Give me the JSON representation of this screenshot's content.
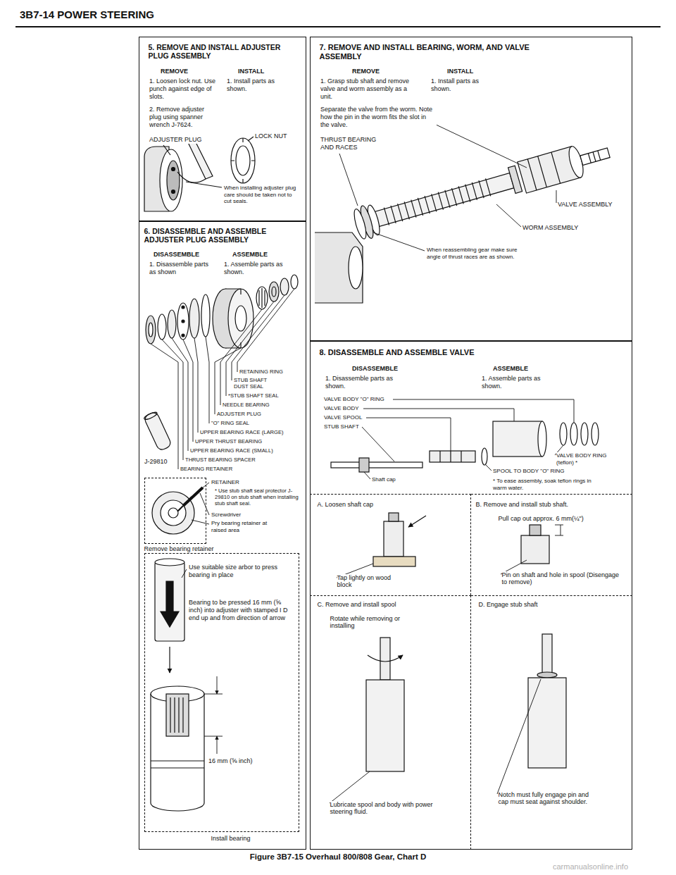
{
  "diagram": {
    "title": "3B7-14 POWER STEERING",
    "caption": "Figure 3B7-15 Overhaul 800/808 Gear, Chart D",
    "nodes": [
      {
        "text": [
          "5. REMOVE AND INSTALL ADJUSTER PLUG ASSEMBLY"
        ]
      },
      {
        "text": [
          "6. DISASSEMBLE AND ASSEMBLE ADJUSTER PLUG ASSEMBLY"
        ]
      },
      {
        "text": [
          "Remove bearing retainer"
        ],
        "in": 1
      },
      {
        "text": [
          "Install bearing"
        ],
        "in": 1
      },
      {
        "text": [
          "7. REMOVE AND INSTALL BEARING, WORM, AND VALVE ASSEMBLY"
        ]
      },
      {
        "text": [
          "8. DISASSEMBLE AND ASSEMBLE VALVE"
        ]
      },
      {
        "text": [
          "A. Loosen shaft cap",
          "Tap lightly on wood block"
        ],
        "in": 5
      },
      {
        "text": [
          "B. Remove and install stub shaft.",
          "Pull cap out approx. 6 mm(¼\")",
          "Pin on shaft and hole in spool (Disengage to remove)"
        ],
        "in": 5
      },
      {
        "text": [
          "C. Remove and install spool",
          "Rotate while removing or installing",
          "Lubricate spool and body with power steering fluid."
        ],
        "in": 5
      },
      {
        "text": [
          "D. Engage stub shaft",
          "Notch must fully engage pin and cap must seat against shoulder."
        ],
        "in": 5
      }
    ],
    "labels": [
      "REMOVE",
      "INSTALL",
      "1. Loosen lock nut. Use punch against edge of slots.",
      "1. Install parts as shown.",
      "2. Remove adjuster plug using spanner wrench J-7624.",
      "ADJUSTER PLUG",
      "LOCK NUT",
      "When installing adjuster plug care should be taken not to cut seals.",
      "DISASSEMBLE",
      "ASSEMBLE",
      "1. Disassemble parts as shown",
      "1. Assemble parts as shown.",
      "RETAINING RING",
      "STUB SHAFT DUST SEAL",
      "*STUB SHAFT SEAL",
      "NEEDLE BEARING",
      "ADJUSTER PLUG",
      "\"O\" RING SEAL",
      "UPPER BEARING RACE (LARGE)",
      "UPPER THRUST BEARING",
      "UPPER BEARING RACE (SMALL)",
      "THRUST BEARING SPACER",
      "BEARING RETAINER",
      "J-29810",
      "RETAINER",
      "* Use stub shaft seal protector J-29810 on stub shaft when installing stub shaft seal.",
      "Screwdriver",
      "Pry bearing retainer at raised area",
      "Use suitable size arbor to press bearing in place",
      "Bearing to be pressed 16 mm (⅝ inch) into adjuster with stamped I D end up and from direction of arrow",
      "16 mm (⅝ inch)",
      "REMOVE",
      "INSTALL",
      "1. Grasp stub shaft and remove valve and worm assembly as a unit.",
      "1. Install parts as shown.",
      "Separate the valve from the worm. Note how the pin in the worm fits the slot in the valve.",
      "THRUST BEARING AND RACES",
      "VALVE ASSEMBLY",
      "WORM ASSEMBLY",
      "When reassembling gear make sure angle of thrust races are as shown.",
      "DISASSEMBLE",
      "ASSEMBLE",
      "1. Disassemble parts as shown.",
      "1. Assemble parts as shown.",
      "VALVE BODY \"O\" RING",
      "VALVE BODY",
      "VALVE SPOOL",
      "STUB SHAFT",
      "VALVE BODY RING (teflon) *",
      "SPOOL TO BODY \"O\" RING",
      "Shaft cap",
      "* To ease assembly, soak teflon rings in warm water.",
      "carmanualsonline.info"
    ]
  }
}
